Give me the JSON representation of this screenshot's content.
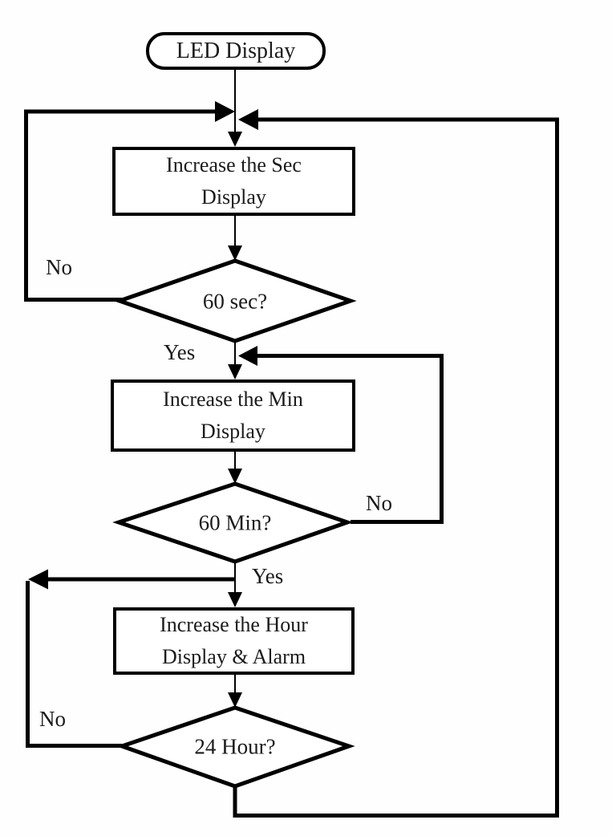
{
  "colors": {
    "line": "#000000",
    "text": "#1b1b1b",
    "background": "#ffffff"
  },
  "nodes": {
    "start": {
      "label": "LED Display"
    },
    "increase_sec": {
      "line1": "Increase the Sec",
      "line2": "Display"
    },
    "decision_sec": {
      "label": "60 sec?"
    },
    "increase_min": {
      "line1": "Increase the Min",
      "line2": "Display"
    },
    "decision_min": {
      "label": "60 Min?"
    },
    "increase_hour": {
      "line1": "Increase the Hour",
      "line2": "Display & Alarm"
    },
    "decision_hour": {
      "label": "24 Hour?"
    }
  },
  "edge_labels": {
    "sec_no": "No",
    "sec_yes": "Yes",
    "min_no": "No",
    "min_yes": "Yes",
    "hour_no": "No"
  }
}
